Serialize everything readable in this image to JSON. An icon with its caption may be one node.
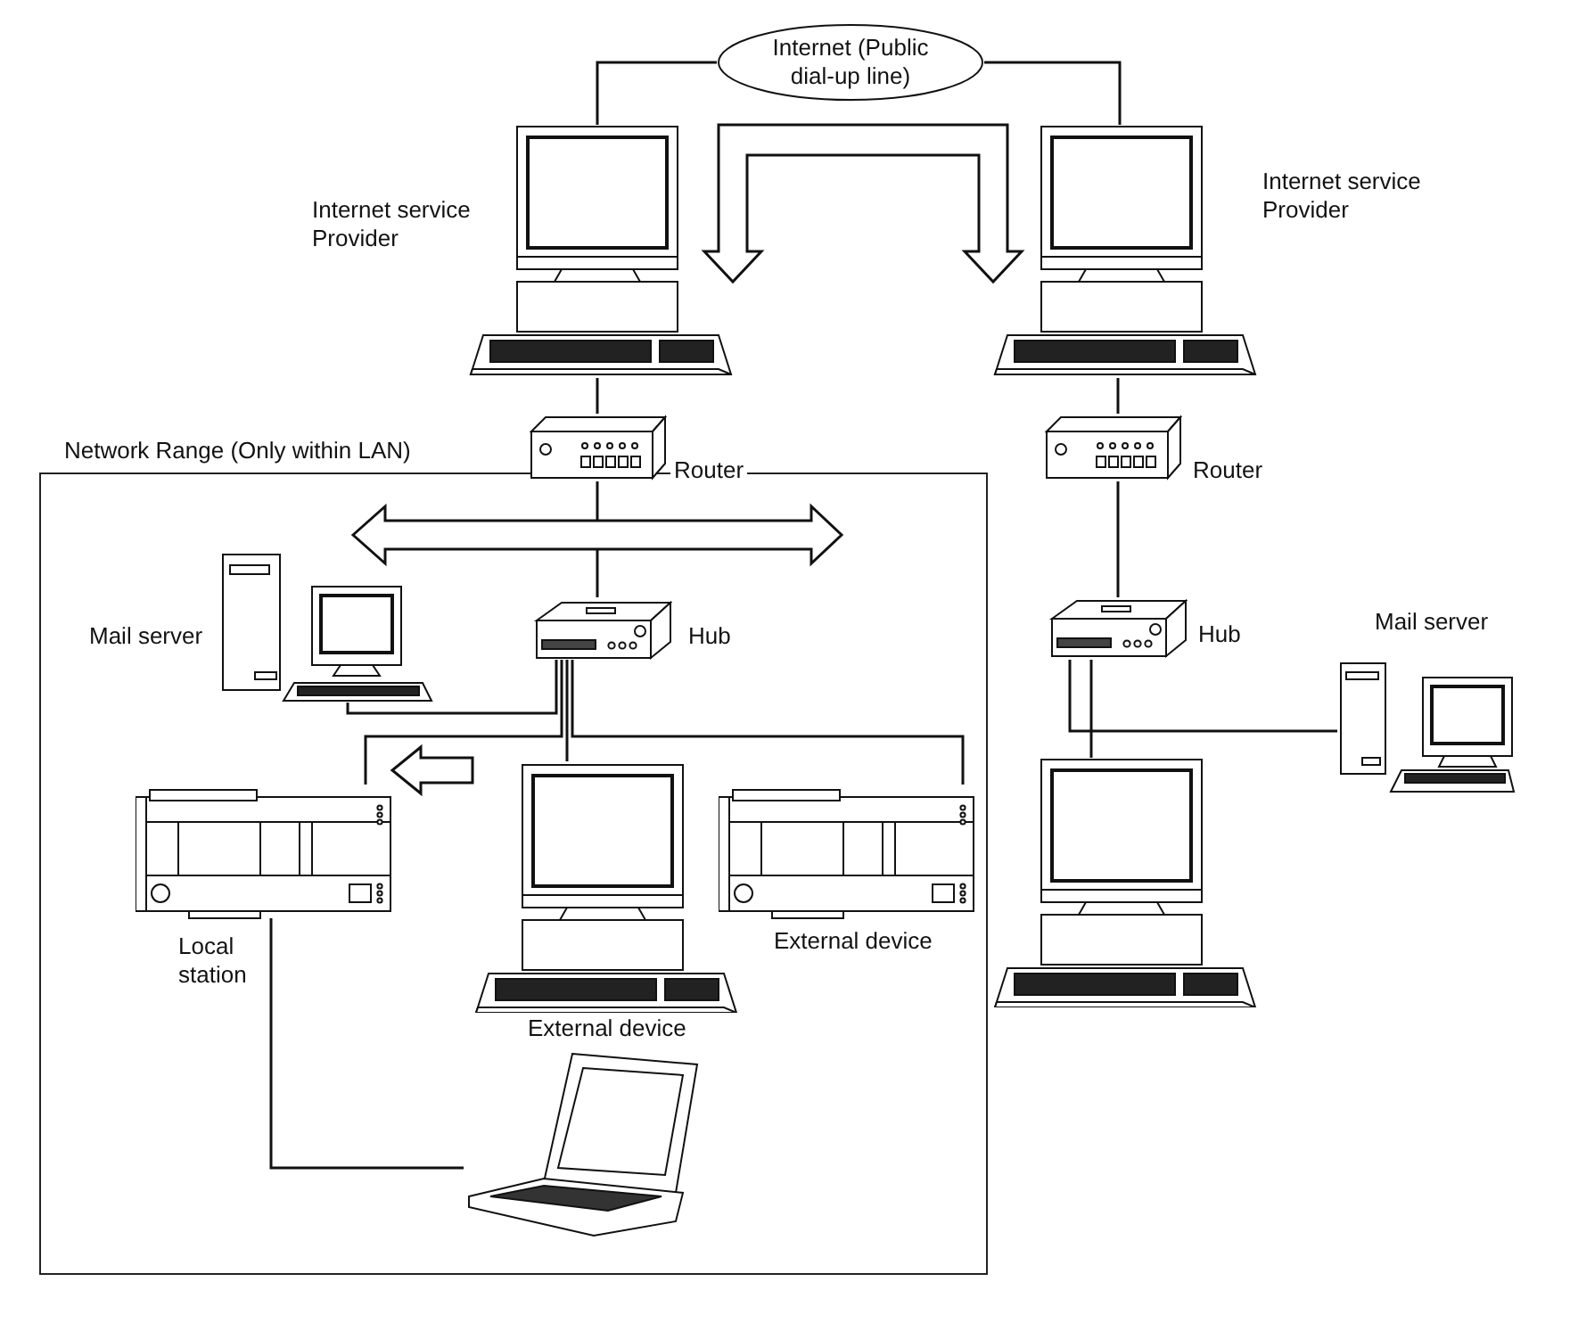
{
  "diagram": {
    "nodes": [
      {
        "text": [
          "Internet (Public dial-up line)"
        ]
      },
      {
        "text": [],
        "shape": "picture",
        "beside": [
          "Internet service Provider"
        ]
      },
      {
        "text": [],
        "shape": "picture",
        "beside": [
          "Internet service Provider"
        ]
      },
      {
        "text": [],
        "shape": "picture",
        "beside": [
          "Router"
        ]
      },
      {
        "text": [],
        "shape": "picture",
        "beside": [
          "Router"
        ]
      },
      {
        "text": [
          "Network Range (Only within LAN)"
        ]
      },
      {
        "text": [],
        "shape": "picture",
        "beside": [
          "Mail server"
        ],
        "in": 5
      },
      {
        "text": [],
        "shape": "picture",
        "beside": [
          "Hub"
        ],
        "in": 5
      },
      {
        "text": [],
        "shape": "picture",
        "beside": [
          "Local station"
        ],
        "in": 5
      },
      {
        "text": [],
        "shape": "picture",
        "beside": [
          "External device"
        ],
        "in": 5
      },
      {
        "text": [],
        "shape": "picture",
        "beside": [
          "External device"
        ],
        "in": 5
      },
      {
        "text": [],
        "shape": "picture",
        "in": 5
      },
      {
        "text": [],
        "shape": "picture",
        "beside": [
          "Hub"
        ]
      },
      {
        "text": [],
        "shape": "picture",
        "beside": [
          "Mail server"
        ]
      },
      {
        "text": [],
        "shape": "picture"
      }
    ],
    "edges": [
      {
        "from": 0,
        "to": 1,
        "arrow": "none"
      },
      {
        "from": 0,
        "to": 2,
        "arrow": "none"
      },
      {
        "from": 1,
        "to": 2,
        "arrow": "both"
      },
      {
        "from": 9,
        "to": 8,
        "arrow": "to"
      },
      {
        "from": 1,
        "to": 3,
        "arrow": "none"
      },
      {
        "from": 2,
        "to": 4,
        "arrow": "none"
      },
      {
        "from": 3,
        "to": 7,
        "arrow": "none"
      },
      {
        "from": 7,
        "to": 6,
        "arrow": "none"
      },
      {
        "from": 7,
        "to": 8,
        "arrow": "none"
      },
      {
        "from": 7,
        "to": 9,
        "arrow": "none"
      },
      {
        "from": 7,
        "to": 10,
        "arrow": "none"
      },
      {
        "from": 8,
        "to": 11,
        "arrow": "none"
      },
      {
        "from": 4,
        "to": 12,
        "arrow": "none"
      },
      {
        "from": 12,
        "to": 13,
        "arrow": "none"
      },
      {
        "from": 12,
        "to": 14,
        "arrow": "none"
      }
    ]
  }
}
